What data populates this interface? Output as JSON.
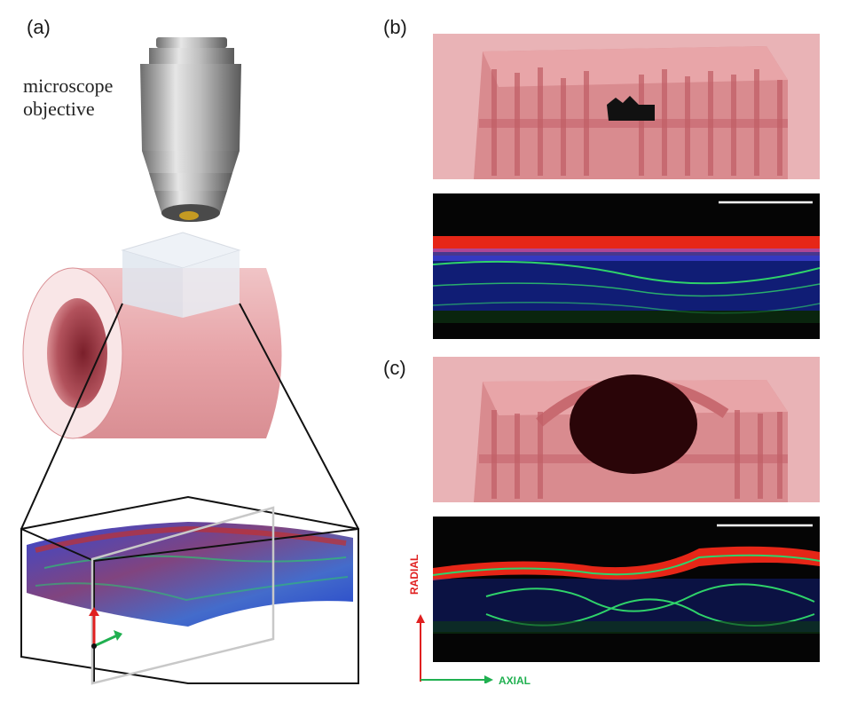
{
  "figure": {
    "panel_a": {
      "label": "(a)",
      "objective_caption": [
        "microscope",
        "objective"
      ]
    },
    "panel_b": {
      "label": "(b)"
    },
    "panel_c": {
      "label": "(c)"
    },
    "axes": {
      "radial_label": "RADIAL",
      "axial_label": "AXIAL"
    },
    "colors": {
      "vessel_pink": "#e8a3a7",
      "tissue_red": "#c94848",
      "stain_red": "#ff2a1a",
      "stain_green": "#2fd36a",
      "stain_blue": "#2050ff",
      "radial_arrow": "#e02020",
      "axial_arrow": "#20b050"
    }
  }
}
